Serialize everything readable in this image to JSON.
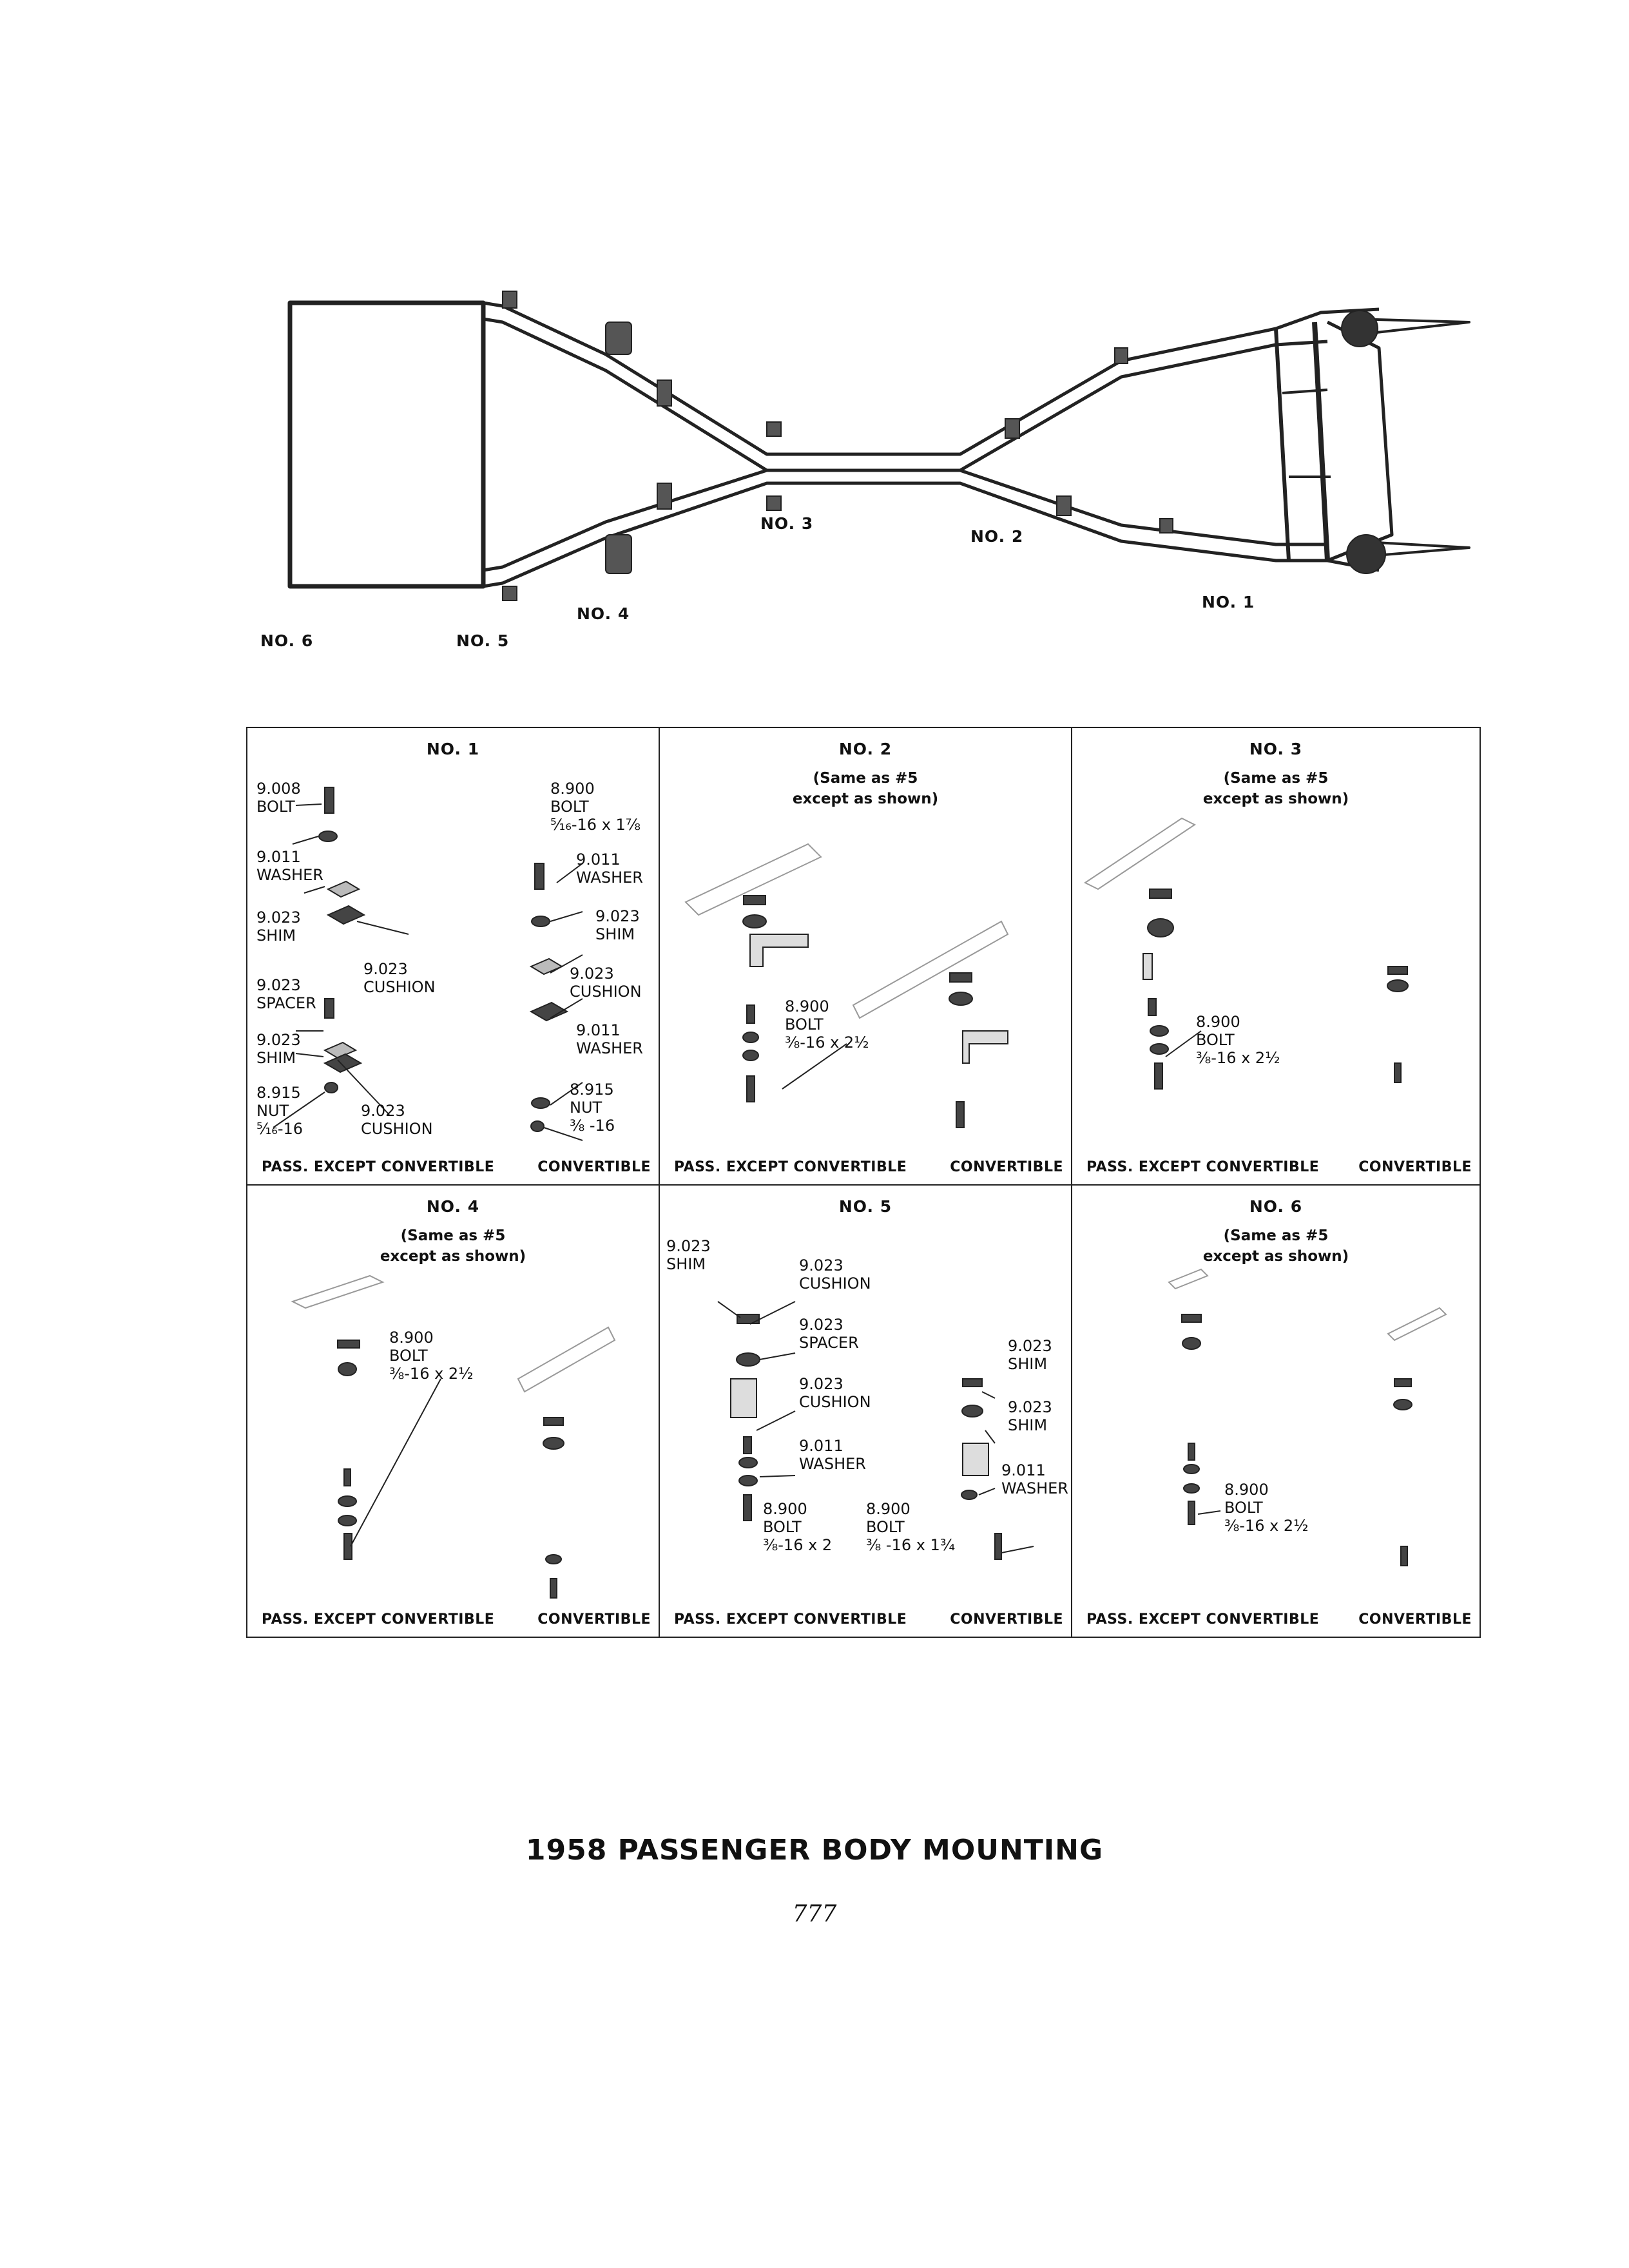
{
  "frame_labels": {
    "no1": "NO. 1",
    "no2": "NO. 2",
    "no3": "NO. 3",
    "no4": "NO. 4",
    "no5": "NO. 5",
    "no6": "NO. 6"
  },
  "panel_footer": {
    "left": "PASS. EXCEPT CONVERTIBLE",
    "right": "CONVERTIBLE"
  },
  "panels": {
    "no1": {
      "title": "NO. 1",
      "parts": [
        "9.008\nBOLT",
        "9.011\nWASHER",
        "9.023\nSHIM",
        "9.023\nCUSHION",
        "9.023\nSPACER",
        "9.023\nSHIM",
        "8.915\nNUT\n⁵⁄₁₆-16",
        "9.023\nCUSHION",
        "8.900\nBOLT\n⁵⁄₁₆-16 x 1⅞",
        "9.011\nWASHER",
        "9.023\nSHIM",
        "9.023\nCUSHION",
        "9.011\nWASHER",
        "8.915\nNUT\n⅜ -16"
      ]
    },
    "no2": {
      "title": "NO. 2",
      "note": "(Same as #5\nexcept as shown)",
      "parts": [
        "8.900\nBOLT\n⅜-16 x 2½"
      ]
    },
    "no3": {
      "title": "NO. 3",
      "note": "(Same as #5\nexcept as shown)",
      "parts": [
        "8.900\nBOLT\n⅜-16 x 2½"
      ]
    },
    "no4": {
      "title": "NO. 4",
      "note": "(Same as #5\nexcept as shown)",
      "parts": [
        "8.900\nBOLT\n⅜-16 x 2½"
      ]
    },
    "no5": {
      "title": "NO. 5",
      "parts": [
        "9.023\nSHIM",
        "9.023\nCUSHION",
        "9.023\nSPACER",
        "9.023\nCUSHION",
        "9.011\nWASHER",
        "8.900\nBOLT\n⅜-16 x 2",
        "9.023\nSHIM",
        "9.023\nSHIM",
        "9.011\nWASHER",
        "8.900\nBOLT\n⅜ -16 x 1¾"
      ]
    },
    "no6": {
      "title": "NO. 6",
      "note": "(Same as #5\nexcept as shown)",
      "parts": [
        "8.900\nBOLT\n⅜-16 x 2½"
      ]
    }
  },
  "page": {
    "title": "1958 PASSENGER BODY MOUNTING",
    "number": "777"
  }
}
